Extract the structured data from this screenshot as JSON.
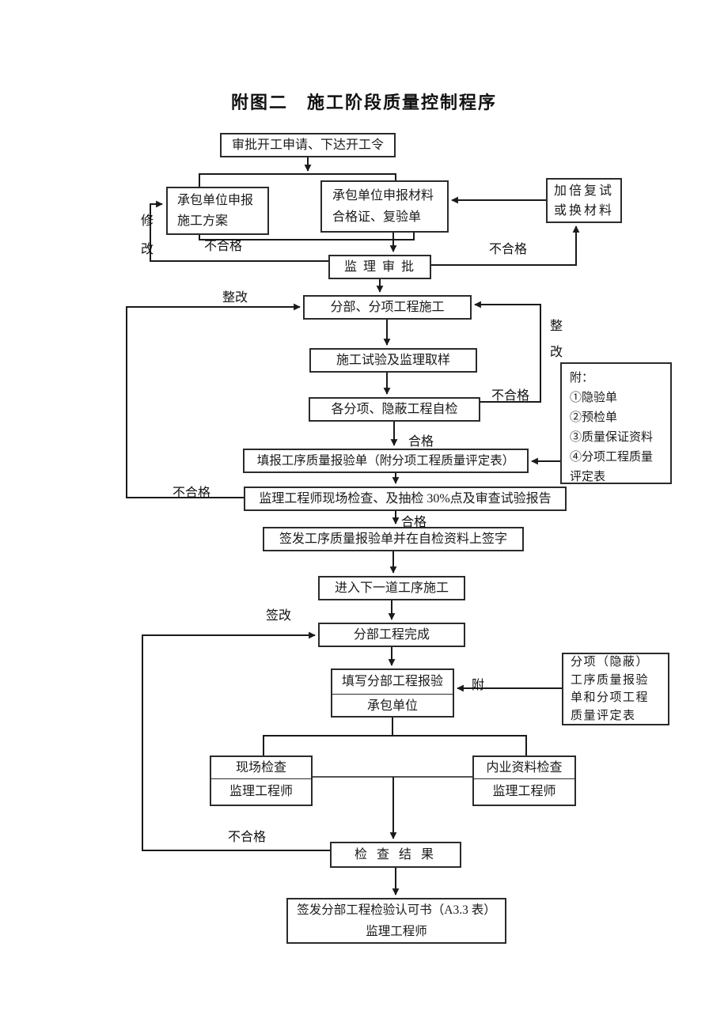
{
  "title": "附图二　施工阶段质量控制程序",
  "nodes": {
    "approveStart": {
      "text": "审批开工申请、下达开工令"
    },
    "contractorPlan": {
      "line1": "承包单位申报",
      "line2": "施工方案"
    },
    "contractorMaterial": {
      "line1": "承包单位申报材料",
      "line2": "合格证、复验单"
    },
    "retest": {
      "line1": "加倍复试",
      "line2": "或换材料"
    },
    "supervisorReview": {
      "text": "监 理 审 批"
    },
    "subConstruction": {
      "text": "分部、分项工程施工"
    },
    "constructionTest": {
      "text": "施工试验及监理取样"
    },
    "selfInspection": {
      "text": "各分项、隐蔽工程自检"
    },
    "attachmentNote": {
      "lines": [
        "附：",
        "①隐验单",
        "②预检单",
        "③质量保证资料",
        "④分项工程质量",
        "评定表"
      ]
    },
    "fillProcessReport": {
      "text": "填报工序质量报验单（附分项工程质量评定表）"
    },
    "siteInspection": {
      "text": "监理工程师现场检查、及抽检 30%点及审查试验报告"
    },
    "signProcessReport": {
      "text": "签发工序质量报验单并在自检资料上签字"
    },
    "nextProcess": {
      "text": "进入下一道工序施工"
    },
    "divisionComplete": {
      "text": "分部工程完成"
    },
    "fillDivisionReport": {
      "top": "填写分部工程报验",
      "bottom": "承包单位"
    },
    "divisionAttachment": {
      "lines": [
        "分项（隐蔽）",
        "工序质量报验",
        "单和分项工程",
        "质量评定表"
      ]
    },
    "siteCheck": {
      "top": "现场检查",
      "bottom": "监理工程师"
    },
    "docCheck": {
      "top": "内业资料检查",
      "bottom": "监理工程师"
    },
    "checkResult": {
      "text": "检 查 结 果"
    },
    "finalApproval": {
      "line1": "签发分部工程检验认可书（A3.3 表）",
      "line2": "监理工程师"
    }
  },
  "labels": {
    "modify": "修改",
    "failLeftTop": "不合格",
    "failRightTop": "不合格",
    "rectifyLeft": "整改",
    "rectifyRight": "整改",
    "failSelfInspection": "不合格",
    "pass1": "合格",
    "failSiteInspection": "不合格",
    "pass2": "合格",
    "signChange": "签改",
    "attach": "附",
    "failCheckResult": "不合格"
  }
}
